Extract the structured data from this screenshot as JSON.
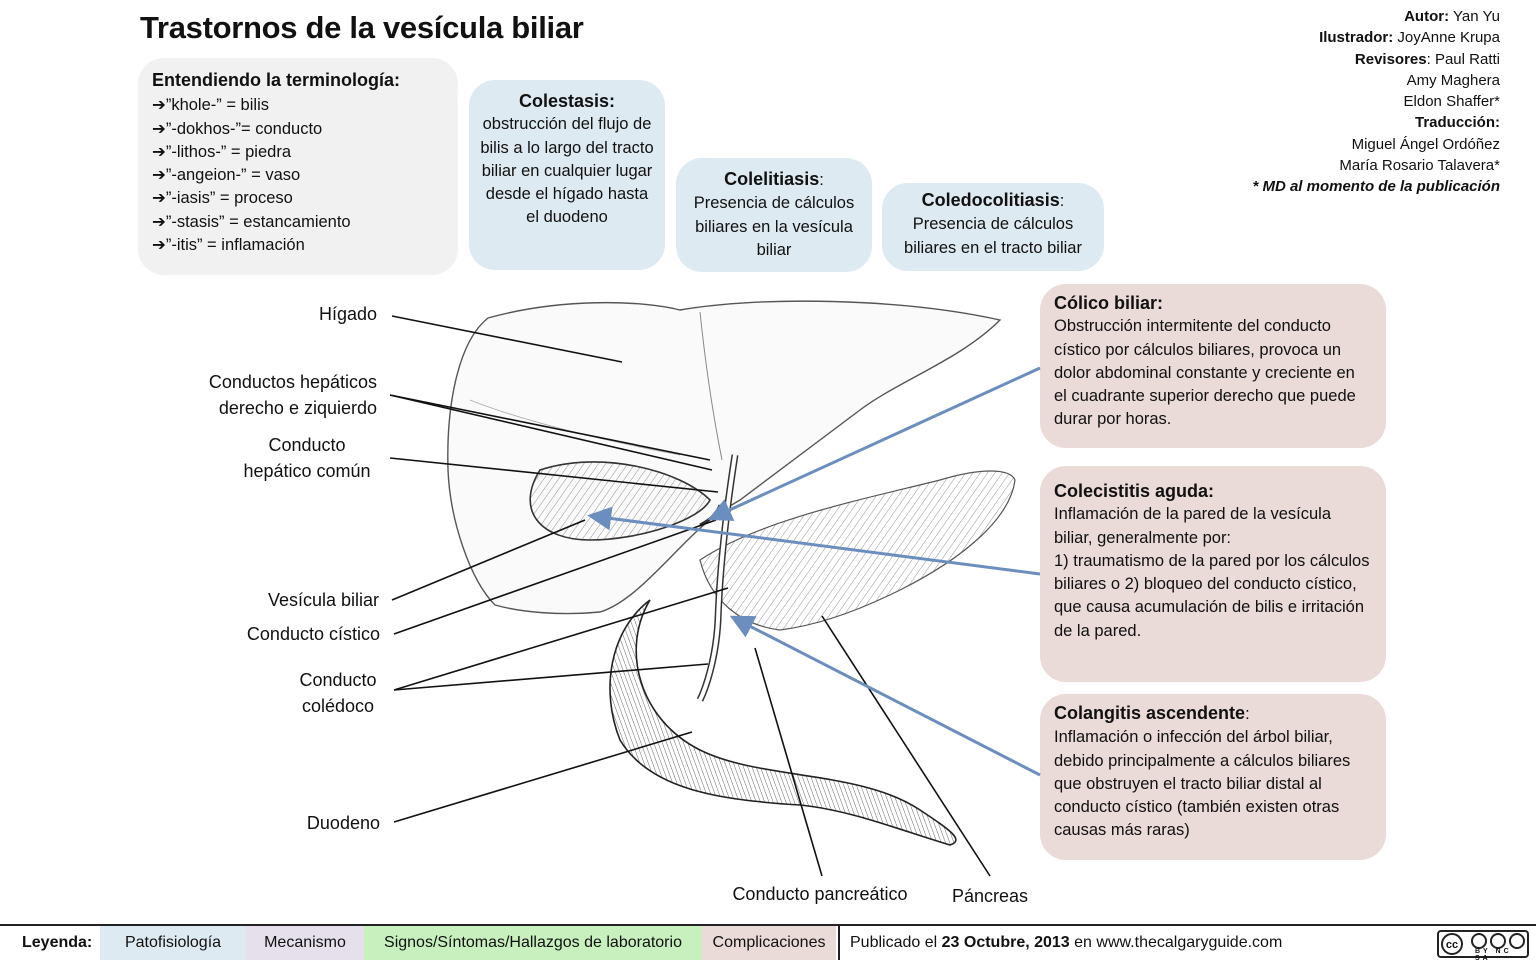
{
  "title": "Trastornos de la vesícula biliar",
  "credits": {
    "author_label": "Autor:",
    "author": "Yan Yu",
    "illustrator_label": "Ilustrador:",
    "illustrator": "JoyAnne Krupa",
    "reviewers_label": "Revisores",
    "reviewers": [
      "Paul Ratti",
      "Amy Maghera",
      "Eldon Shaffer*"
    ],
    "translation_label": "Traducción:",
    "translators": [
      "Miguel Ángel Ordóñez",
      "María Rosario Talavera*"
    ],
    "note": "* MD al momento de la publicación"
  },
  "terminology": {
    "heading": "Entendiendo la terminología",
    "items": [
      "”khole-” = bilis",
      "”-dokhos-”= conducto",
      "”-lithos-” = piedra",
      "”-angeion-” = vaso",
      "”-iasis” = proceso",
      "”-stasis” = estancamiento",
      "”-itis” = inflamación"
    ]
  },
  "definitions": {
    "colestasis": {
      "title": "Colestasis:",
      "text": "obstrucción del flujo de bilis a lo largo del tracto biliar en cualquier lugar desde el hígado hasta el duodeno"
    },
    "colelitiasis": {
      "title": "Colelitiasis",
      "text": "Presencia de cálculos biliares en la vesícula biliar"
    },
    "coledocolitiasis": {
      "title": "Coledocolitiasis",
      "text": "Presencia de cálculos biliares en el tracto biliar"
    }
  },
  "complications": {
    "colico": {
      "title": "Cólico biliar:",
      "text": "Obstrucción intermitente del conducto cístico por cálculos biliares, provoca un dolor abdominal constante y creciente en el cuadrante superior derecho que puede durar por horas."
    },
    "colecistitis": {
      "title": "Colecistitis aguda:",
      "text": "Inflamación de la pared de la vesícula biliar, generalmente por:",
      "list": "1) traumatismo de la pared por los cálculos biliares o 2) bloqueo del conducto cístico, que causa acumulación de bilis e irritación de la pared."
    },
    "colangitis": {
      "title": "Colangitis ascendente",
      "text": "Inflamación o infección del árbol biliar, debido principalmente a cálculos biliares que obstruyen el tracto biliar distal al conducto cístico (también existen otras causas más raras)"
    }
  },
  "labels": {
    "higado": "Hígado",
    "hepaticos_1": "Conductos hepáticos",
    "hepaticos_2": "derecho e ziquierdo",
    "comun_1": "Conducto",
    "comun_2": "hepático común",
    "vesicula": "Vesícula biliar",
    "cistico": "Conducto cístico",
    "coledoco_1": "Conducto",
    "coledoco_2": "colédoco",
    "duodeno": "Duodeno",
    "pancreatico": "Conducto pancreático",
    "pancreas": "Páncreas"
  },
  "footer": {
    "legend_label": "Leyenda:",
    "legend": [
      "Patofisiología",
      "Mecanismo",
      "Signos/Síntomas/Hallazgos de laboratorio",
      "Complicaciones"
    ],
    "published_prefix": "Publicado el",
    "published_date": "23 Octubre, 2013",
    "published_suffix": "en www.thecalgaryguide.com",
    "license": "BY NC SA"
  },
  "colors": {
    "pathophysiology": "#deeaf1",
    "mechanism": "#e6e0ed",
    "signs": "#c7f0be",
    "complications": "#eadad8",
    "arrow": "#6c8ebf"
  }
}
